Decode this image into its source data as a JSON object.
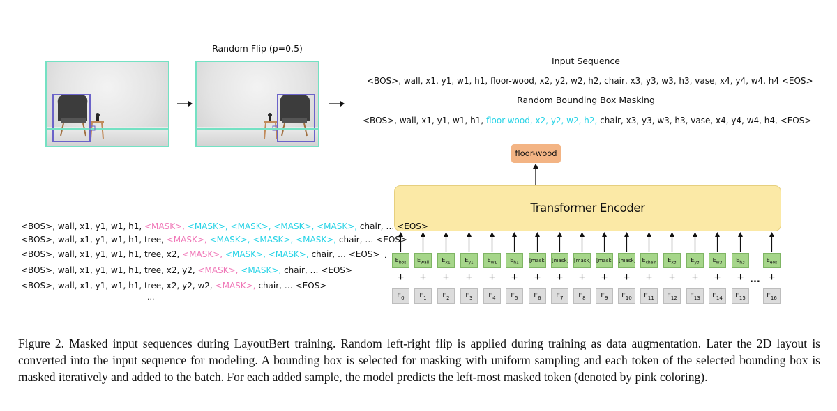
{
  "flip_label": "Random Flip (p=0.5)",
  "input_sequence_title": "Input Sequence",
  "input_sequence": "<BOS>, wall, x1, y1, w1, h1, floor-wood, x2, y2, w2, h2, chair, x3, y3, w3, h3, vase, x4, y4, w4, h4 <EOS>",
  "masking_title": "Random Bounding Box Masking",
  "masked_sequence": {
    "pre": "<BOS>, wall, x1, y1, w1, h1, ",
    "highlight": "floor-wood, x2, y2, w2, h2,",
    "post": " chair, x3, y3, w3, h3, vase, x4, y4, w4, h4, <EOS>"
  },
  "output_token": "floor-wood",
  "encoder_label": "Transformer Encoder",
  "batch_lines": [
    {
      "pre": "<BOS>, wall, x1, y1, w1, h1, ",
      "pink": "<MASK>,",
      "cyan": " <MASK>, <MASK>, <MASK>, <MASK>,",
      "post": " chair, … <EOS>"
    },
    {
      "pre": "<BOS>, wall, x1, y1, w1, h1, tree, ",
      "pink": "<MASK>,",
      "cyan": " <MASK>, <MASK>, <MASK>,",
      "post": " chair, … <EOS>"
    },
    {
      "pre": "<BOS>, wall, x1, y1, w1, h1, tree, x2, ",
      "pink": "<MASK>,",
      "cyan": " <MASK>, <MASK>,",
      "post": " chair, … <EOS>"
    },
    {
      "pre": "<BOS>, wall, x1, y1, w1, h1, tree, x2, y2, ",
      "pink": "<MASK>,",
      "cyan": " <MASK>,",
      "post": " chair, … <EOS>"
    },
    {
      "pre": "<BOS>, wall, x1, y1, w1, h1, tree, x2, y2, w2, ",
      "pink": "<MASK>,",
      "cyan": "",
      "post": " chair, … <EOS>"
    }
  ],
  "batch_ellipsis": "...",
  "token_row": [
    {
      "base": "E",
      "sub": "bos"
    },
    {
      "base": "E",
      "sub": "wall"
    },
    {
      "base": "E",
      "sub": "x1"
    },
    {
      "base": "E",
      "sub": "y1"
    },
    {
      "base": "E",
      "sub": "w1"
    },
    {
      "base": "E",
      "sub": "h1"
    },
    {
      "base": "[mask]",
      "sub": ""
    },
    {
      "base": "[mask]",
      "sub": ""
    },
    {
      "base": "[mask]",
      "sub": ""
    },
    {
      "base": "[mask]",
      "sub": ""
    },
    {
      "base": "[mask]",
      "sub": ""
    },
    {
      "base": "E",
      "sub": "chair"
    },
    {
      "base": "E",
      "sub": "x3"
    },
    {
      "base": "E",
      "sub": "y3"
    },
    {
      "base": "E",
      "sub": "w3"
    },
    {
      "base": "E",
      "sub": "h3"
    },
    {
      "base": "E",
      "sub": "eos"
    }
  ],
  "position_row": [
    "0",
    "1",
    "2",
    "3",
    "4",
    "5",
    "6",
    "7",
    "8",
    "9",
    "10",
    "11",
    "12",
    "13",
    "14",
    "15",
    "16"
  ],
  "position_base": "E",
  "plus_sign": "+",
  "row_ellipsis": "...",
  "left_dot": ".",
  "caption": "Figure 2. Masked input sequences during LayoutBert training. Random left-right flip is applied during training as data augmentation. Later the 2D layout is converted into the input sequence for modeling. A bounding box is selected for masking with uniform sampling and each token of the selected bounding box is masked iteratively and added to the batch. For each added sample, the model predicts the left-most masked token (denoted by pink coloring).",
  "colors": {
    "pink": "#f078b8",
    "cyan": "#27d3e6",
    "token_green": "#a6d68a",
    "position_gray": "#dcdcdc",
    "encoder_fill": "#fbe9a6",
    "output_fill": "#f3b484",
    "bbox_teal": "#74e1c3",
    "bbox_blue": "#6b63c9"
  }
}
